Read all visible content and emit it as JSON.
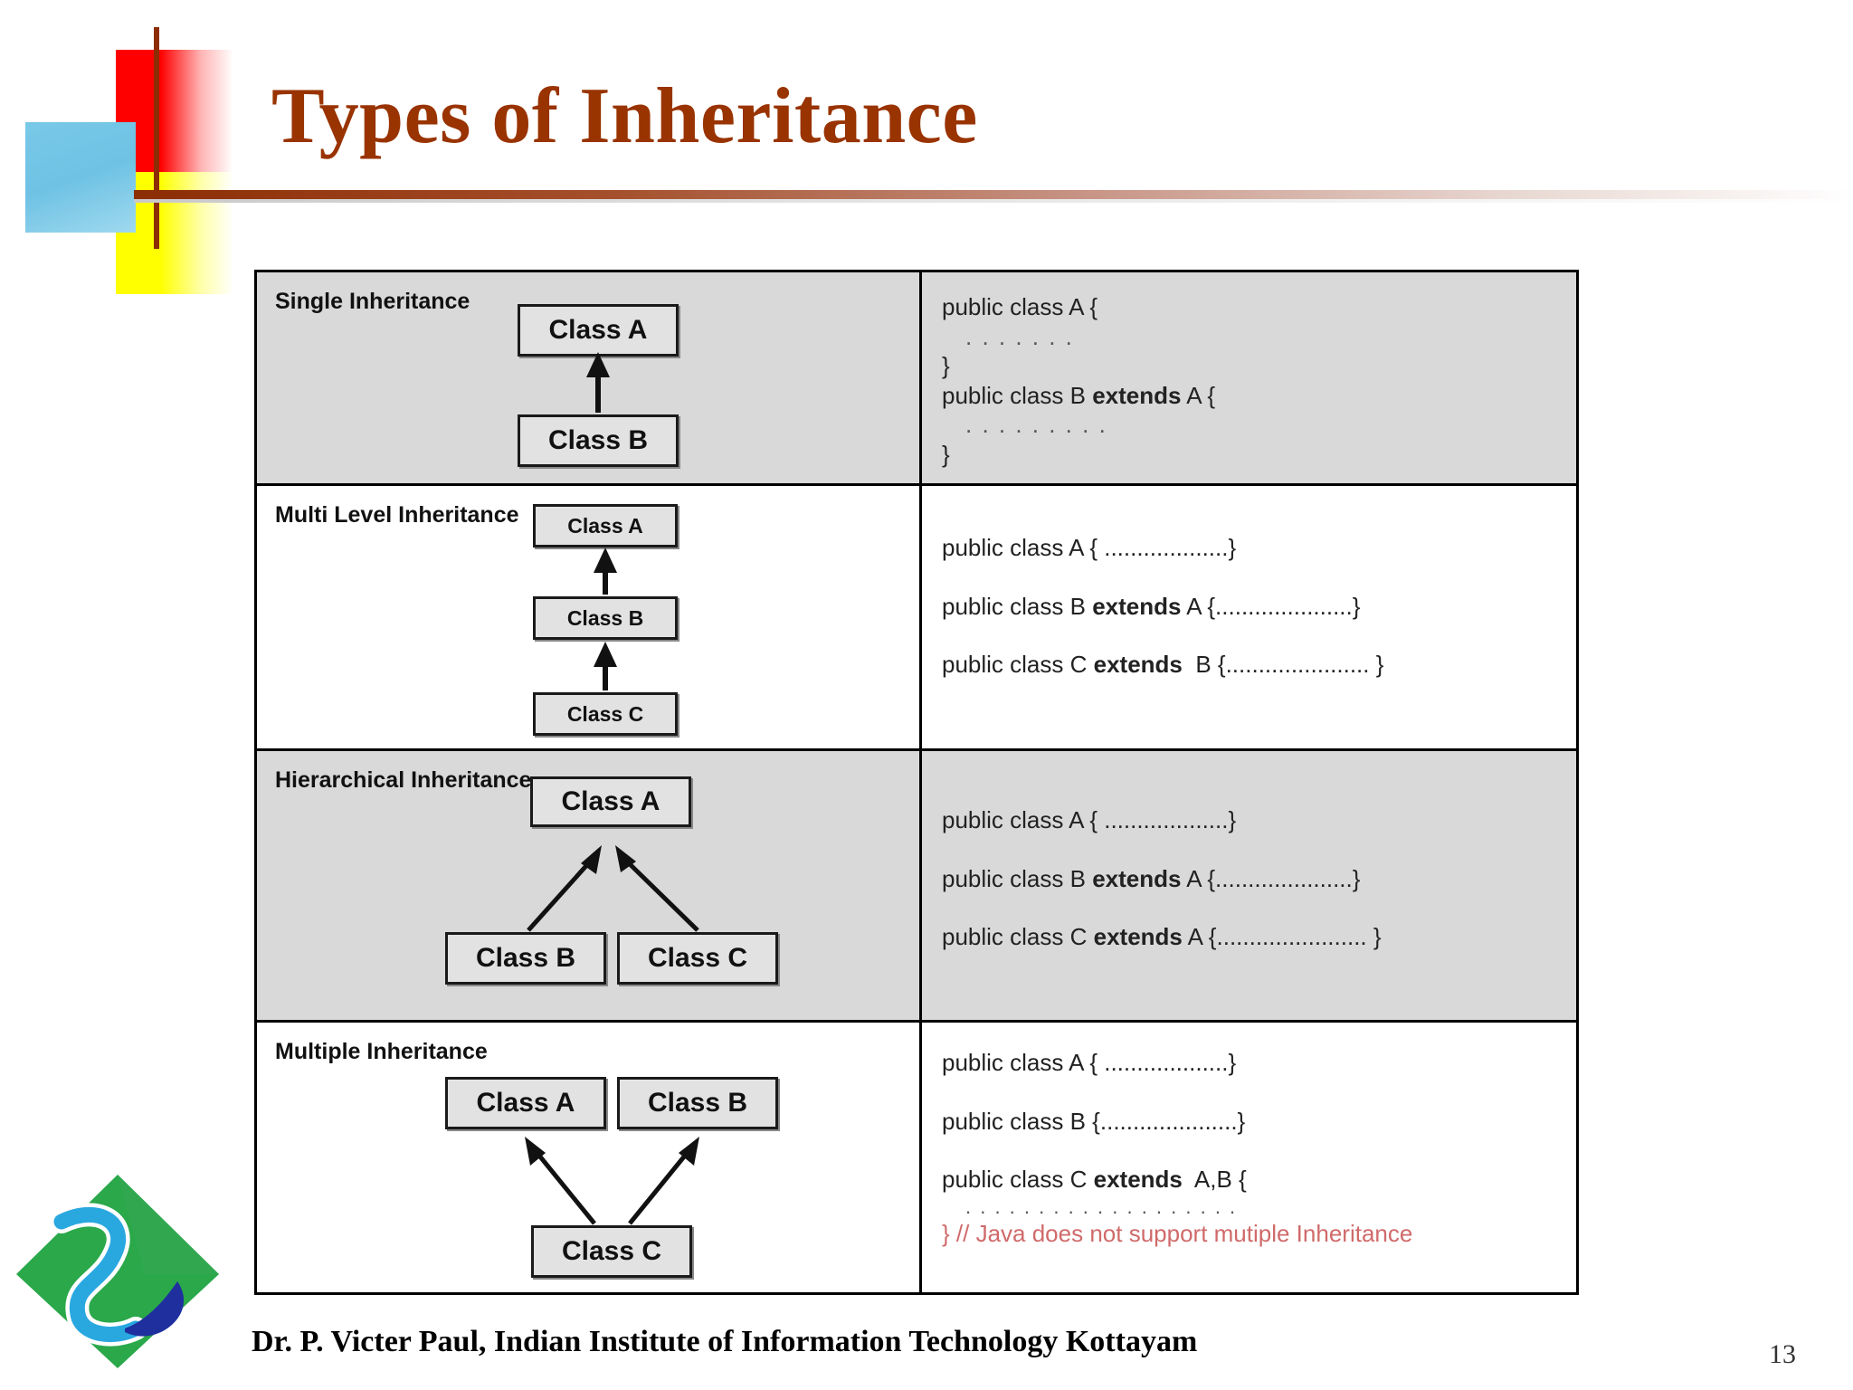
{
  "slide": {
    "title": "Types of Inheritance",
    "footer": "Dr. P. Victer Paul, Indian Institute of Information Technology Kottayam",
    "page_number": "13",
    "accent_color": "#993300"
  },
  "table": {
    "rows": [
      {
        "label": "Single Inheritance",
        "shaded": true,
        "boxes": [
          "Class A",
          "Class B"
        ],
        "code": [
          "public class A {",
          "   . . . . . . .",
          "}",
          "public class B extends A {",
          "   . . . . . . . . .",
          "}"
        ]
      },
      {
        "label": "Multi Level Inheritance",
        "shaded": false,
        "boxes": [
          "Class A",
          "Class B",
          "Class C"
        ],
        "code": [
          "public class A { ...................}",
          "public class B extends A {.....................}",
          "public class C extends  B {...................... }"
        ]
      },
      {
        "label": "Hierarchical Inheritance",
        "shaded": true,
        "boxes": [
          "Class A",
          "Class B",
          "Class C"
        ],
        "code": [
          "public class A { ...................}",
          "public class B extends A {.....................}",
          "public class C extends A {....................... }"
        ]
      },
      {
        "label": "Multiple Inheritance",
        "shaded": false,
        "boxes": [
          "Class A",
          "Class B",
          "Class C"
        ],
        "code": [
          "public class A { ...................}",
          "public class B {.....................}",
          "public class C extends  A,B {",
          "     . . . . . . . . . . . . . . . . . . .",
          "} // Java does not support mutiple Inheritance"
        ],
        "comment_color": "#d06a6a"
      }
    ]
  }
}
